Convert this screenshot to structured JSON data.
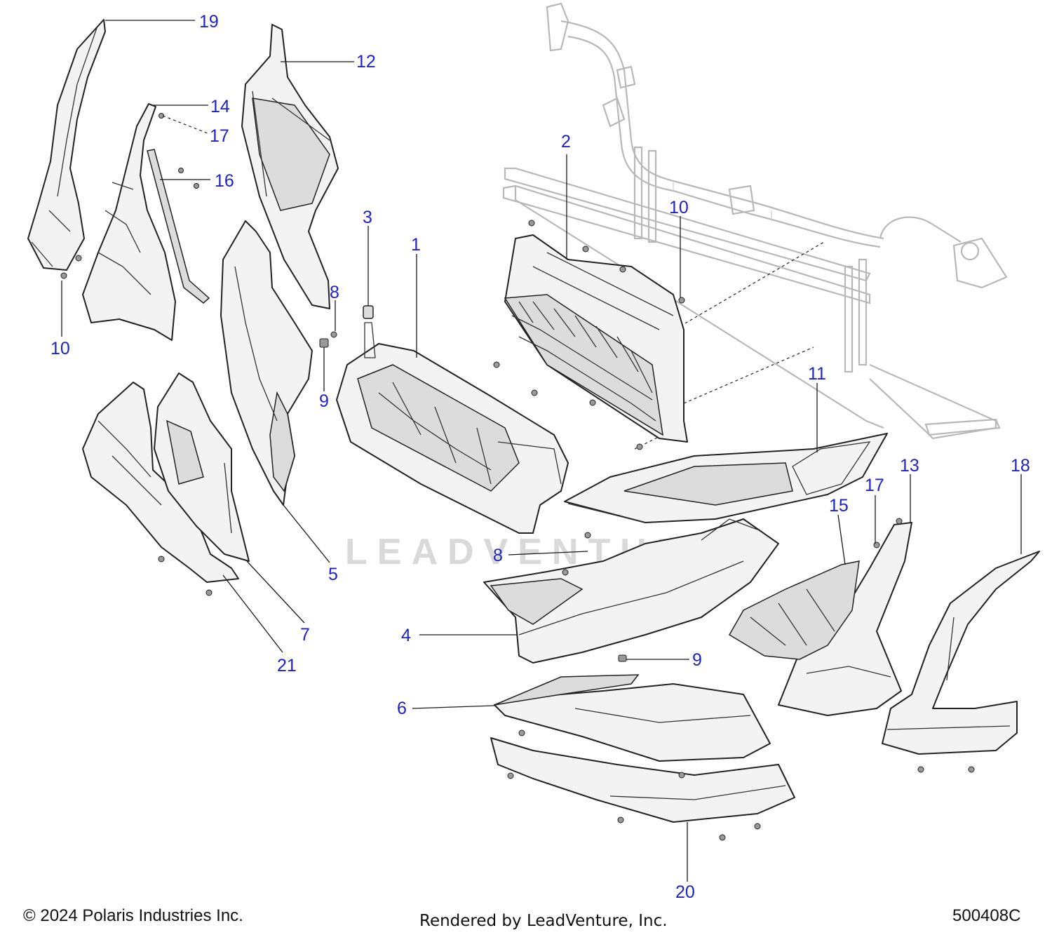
{
  "watermark": "LEADVENTURE",
  "footer": {
    "copyright": "© 2024 Polaris Industries Inc.",
    "rendered_by": "Rendered by LeadVenture, Inc.",
    "document_number": "500408C"
  },
  "callouts": [
    {
      "id": "c19",
      "label": "19"
    },
    {
      "id": "c12",
      "label": "12"
    },
    {
      "id": "c14",
      "label": "14"
    },
    {
      "id": "c17a",
      "label": "17"
    },
    {
      "id": "c16",
      "label": "16"
    },
    {
      "id": "c10a",
      "label": "10"
    },
    {
      "id": "c2",
      "label": "2"
    },
    {
      "id": "c3",
      "label": "3"
    },
    {
      "id": "c1",
      "label": "1"
    },
    {
      "id": "c10b",
      "label": "10"
    },
    {
      "id": "c8a",
      "label": "8"
    },
    {
      "id": "c9a",
      "label": "9"
    },
    {
      "id": "c11",
      "label": "11"
    },
    {
      "id": "c13",
      "label": "13"
    },
    {
      "id": "c18",
      "label": "18"
    },
    {
      "id": "c17b",
      "label": "17"
    },
    {
      "id": "c15",
      "label": "15"
    },
    {
      "id": "c5",
      "label": "5"
    },
    {
      "id": "c8b",
      "label": "8"
    },
    {
      "id": "c7",
      "label": "7"
    },
    {
      "id": "c21",
      "label": "21"
    },
    {
      "id": "c4",
      "label": "4"
    },
    {
      "id": "c9b",
      "label": "9"
    },
    {
      "id": "c6",
      "label": "6"
    },
    {
      "id": "c20",
      "label": "20"
    }
  ]
}
